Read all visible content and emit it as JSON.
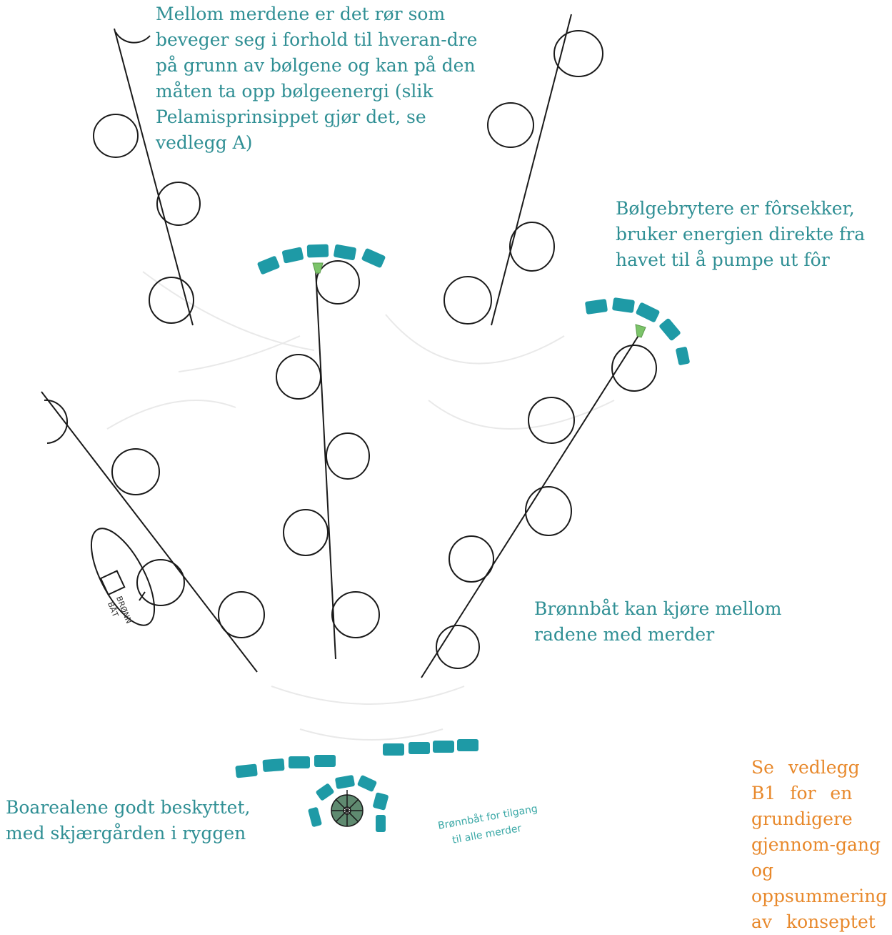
{
  "annotations": {
    "top": "Mellom merdene er det rør som beveger seg i forhold til hveran-dre på grunn av bølgene og kan på den måten ta opp bølgeenergi (slik Pelamisprinsippet gjør det, se vedlegg A)",
    "right": "Bølgebrytere er fôrsekker, bruker energien direkte fra havet til å pumpe ut fôr",
    "bottom_right": "Brønnbåt kan kjøre mellom radene med merder",
    "bottom_left": "Boarealene godt beskyttet, med skjærgården i ryggen",
    "vedlegg": "Se vedlegg B1 for en grundigere gjennom-gang og oppsummering av konseptet"
  },
  "boat": {
    "line1": "BRØNN",
    "line2": "BÅT"
  },
  "handwritten": {
    "line1": "Brønnbåt for tilgang",
    "line2": "til alle merder"
  },
  "colors": {
    "text": "#2f8f94",
    "accent": "#e8892c",
    "breakwater": "#1e9aa6",
    "feeder": "#7cc46a",
    "ink": "#1a1a1a"
  }
}
